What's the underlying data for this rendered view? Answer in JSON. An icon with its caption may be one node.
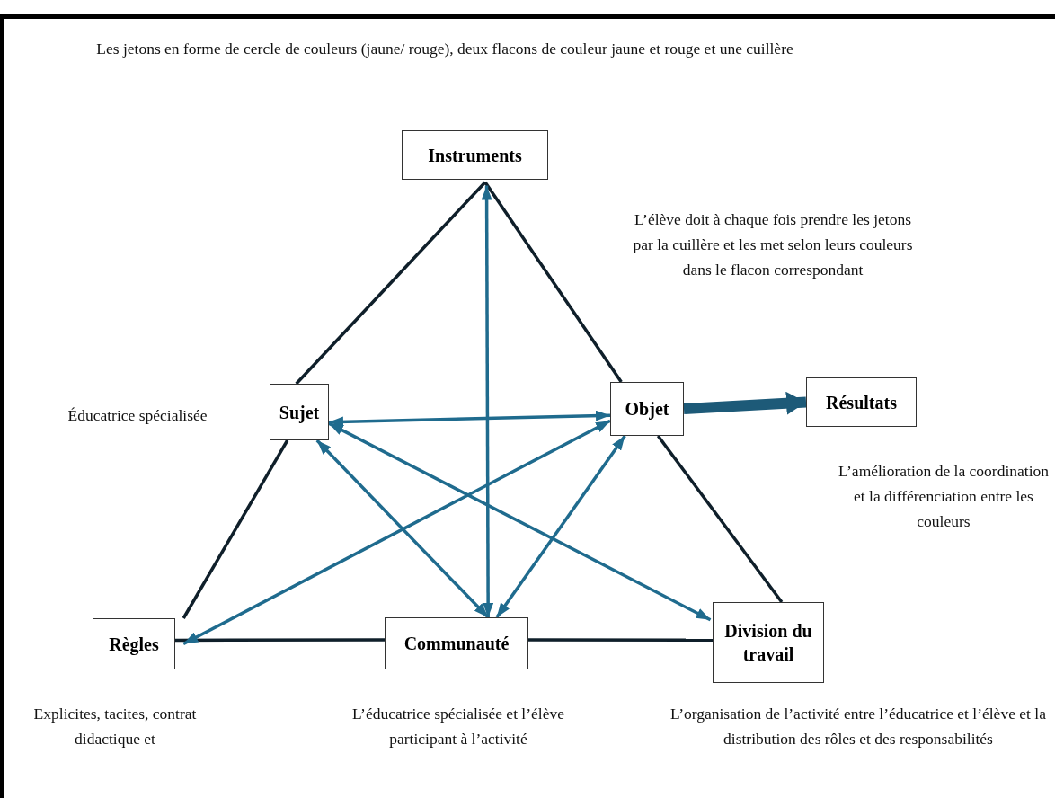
{
  "diagram": {
    "nodes": [
      {
        "text": [
          "Instruments"
        ]
      },
      {
        "text": [
          "Sujet"
        ],
        "beside": [
          "Éducatrice spécialisée"
        ]
      },
      {
        "text": [
          "Objet"
        ]
      },
      {
        "text": [
          "Résultats"
        ],
        "beside": [
          "L’amélioration de la coordination et la différenciation entre les couleurs"
        ]
      },
      {
        "text": [
          "Règles"
        ],
        "beside": [
          "Explicites, tacites, contrat didactique et"
        ]
      },
      {
        "text": [
          "Communauté"
        ],
        "beside": [
          "L’éducatrice spécialisée et l’élève participant à l’activité"
        ]
      },
      {
        "text": [
          "Division du travail"
        ],
        "beside": [
          "L’organisation de l’activité entre l’éducatrice et l’élève et la distribution des rôles et des responsabilités"
        ]
      }
    ],
    "edges": [
      {
        "from": 0,
        "to": 1,
        "arrow": "none"
      },
      {
        "from": 1,
        "to": 4,
        "arrow": "none"
      },
      {
        "from": 0,
        "to": 2,
        "arrow": "none"
      },
      {
        "from": 2,
        "to": 6,
        "arrow": "none"
      },
      {
        "from": 4,
        "to": 5,
        "arrow": "none"
      },
      {
        "from": 5,
        "to": 6,
        "arrow": "none"
      },
      {
        "from": 2,
        "to": 3,
        "arrow": "to",
        "style": "thick"
      },
      {
        "from": 5,
        "to": 0,
        "arrow": "both",
        "color": "#1f6b8e"
      },
      {
        "from": 1,
        "to": 2,
        "arrow": "both",
        "color": "#1f6b8e"
      },
      {
        "from": 1,
        "to": 6,
        "arrow": "both",
        "color": "#1f6b8e"
      },
      {
        "from": 2,
        "to": 4,
        "arrow": "both",
        "color": "#1f6b8e"
      },
      {
        "from": 1,
        "to": 5,
        "arrow": "both",
        "color": "#1f6b8e"
      },
      {
        "from": 2,
        "to": 5,
        "arrow": "both",
        "color": "#1f6b8e"
      }
    ],
    "labels": [
      "Les jetons en forme de cercle de couleurs (jaune/ rouge), deux flacons de couleur jaune et rouge et une cuillère",
      "L’élève doit à chaque fois prendre les jetons par la cuillère et les met selon leurs couleurs dans le flacon correspondant"
    ]
  }
}
